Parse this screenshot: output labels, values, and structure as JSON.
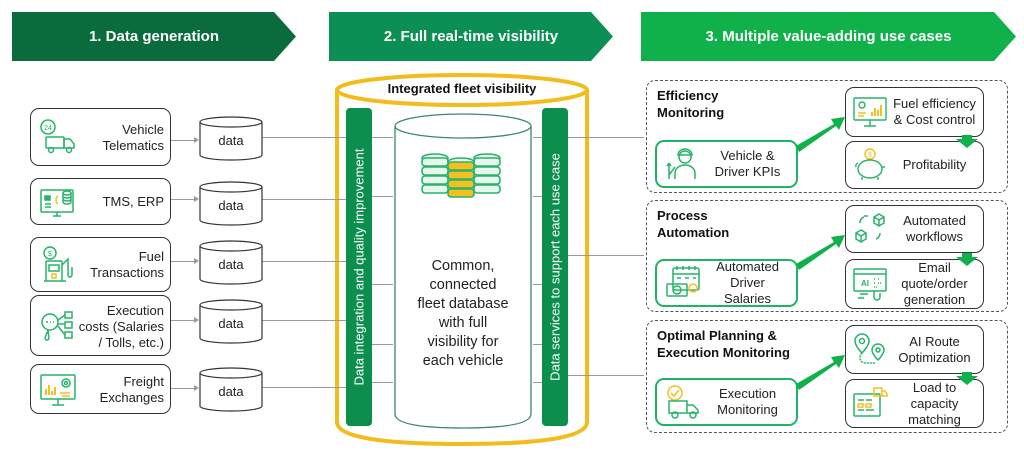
{
  "colors": {
    "phase1": "#0a6b3d",
    "phase2": "#0c8f55",
    "phase3": "#10b04a",
    "bar_green": "#0c8f4d",
    "accent_green": "#1fb364",
    "icon_green": "#26b36a",
    "icon_yellow": "#f4c020",
    "frame_yellow": "#f2bd1c",
    "line_gray": "#9a9a9a"
  },
  "phases": [
    {
      "label": "1. Data generation"
    },
    {
      "label": "2. Full real-time visibility"
    },
    {
      "label": "3. Multiple value-adding use cases"
    }
  ],
  "sources": [
    {
      "label_lines": [
        "Vehicle",
        "Telematics"
      ],
      "icon": "truck-24h-icon",
      "store": "data"
    },
    {
      "label_lines": [
        "TMS, ERP"
      ],
      "icon": "computer-database-icon",
      "store": "data"
    },
    {
      "label_lines": [
        "Fuel",
        "Transactions"
      ],
      "icon": "fuel-pump-icon",
      "store": "data"
    },
    {
      "label_lines": [
        "Execution",
        "costs (Salaries",
        "/ Tolls, etc.)"
      ],
      "icon": "magnifier-list-icon",
      "store": "data"
    },
    {
      "label_lines": [
        "Freight",
        "Exchanges"
      ],
      "icon": "monitor-chart-gear-icon",
      "store": "data"
    }
  ],
  "center": {
    "frame_title": "Integrated fleet visibility",
    "left_bar": "Data integration and quality improvement",
    "right_bar": "Data services to support each use case",
    "db_icon": "database-stack-icon",
    "db_lines": [
      "Common,",
      "connected",
      "fleet database",
      "with full",
      "visibility for",
      "each vehicle"
    ]
  },
  "use_cases": [
    {
      "title_lines": [
        "Efficiency",
        "Monitoring"
      ],
      "kpi": {
        "label_lines": [
          "Vehicle &",
          "Driver KPIs"
        ],
        "icon": "driver-chart-icon"
      },
      "outputs": [
        {
          "label_lines": [
            "Fuel efficiency",
            "& Cost control"
          ],
          "icon": "monitor-gear-chart-icon"
        },
        {
          "label_lines": [
            "Profitability"
          ],
          "icon": "piggy-bank-icon"
        }
      ]
    },
    {
      "title_lines": [
        "Process",
        "Automation"
      ],
      "kpi": {
        "label_lines": [
          "Automated",
          "Driver Salaries"
        ],
        "icon": "calendar-money-icon"
      },
      "outputs": [
        {
          "label_lines": [
            "Automated",
            "workflows"
          ],
          "icon": "cubes-cycle-icon"
        },
        {
          "label_lines": [
            "Email",
            "quote/order",
            "generation"
          ],
          "icon": "ai-window-click-icon"
        }
      ]
    },
    {
      "title_lines": [
        "Optimal Planning &",
        "Execution Monitoring"
      ],
      "kpi": {
        "label_lines": [
          "Execution",
          "Monitoring"
        ],
        "icon": "truck-check-icon"
      },
      "outputs": [
        {
          "label_lines": [
            "AI Route",
            "Optimization"
          ],
          "icon": "route-pins-icon"
        },
        {
          "label_lines": [
            "Load to",
            "capacity",
            "matching"
          ],
          "icon": "board-truck-icon"
        }
      ]
    }
  ]
}
